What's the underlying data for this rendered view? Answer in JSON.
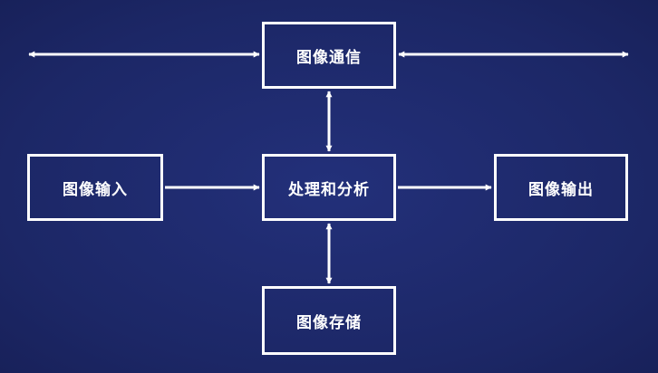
{
  "diagram": {
    "nodes": {
      "communication": "图像通信",
      "processing": "处理和分析",
      "input": "图像输入",
      "output": "图像输出",
      "storage": "图像存储"
    },
    "edges": [
      {
        "from": "input",
        "to": "processing",
        "direction": "forward"
      },
      {
        "from": "processing",
        "to": "output",
        "direction": "forward"
      },
      {
        "from": "communication",
        "to": "processing",
        "direction": "bidirectional"
      },
      {
        "from": "processing",
        "to": "storage",
        "direction": "bidirectional"
      },
      {
        "from": "external-left",
        "to": "communication",
        "direction": "bidirectional"
      },
      {
        "from": "communication",
        "to": "external-right",
        "direction": "bidirectional"
      }
    ]
  }
}
